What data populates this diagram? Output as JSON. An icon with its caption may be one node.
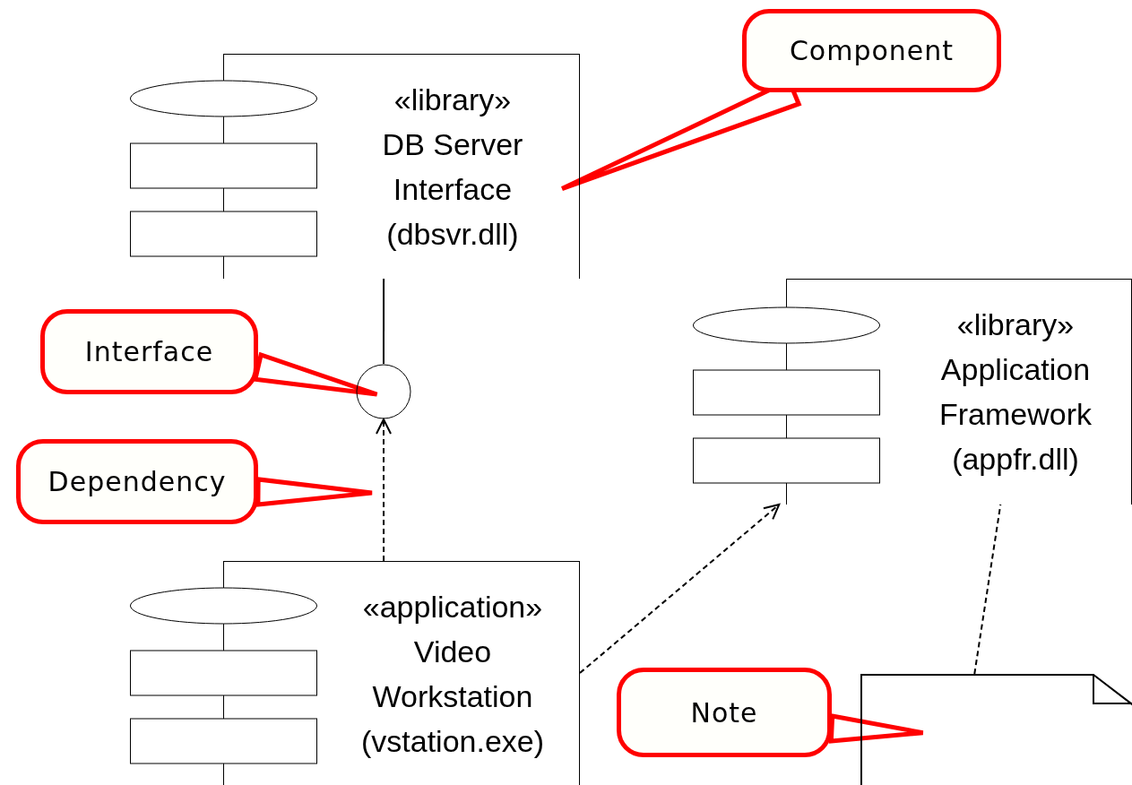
{
  "diagram": {
    "nodes": [
      {
        "text": [
          "«library»",
          "DB Server Interface (dbsvr.dll)"
        ]
      },
      {
        "text": [
          "«library»",
          "Application Framework (appfr.dll)"
        ]
      },
      {
        "text": [
          "«application»",
          "Video Workstation (vstation.exe)"
        ]
      },
      {
        "text": [],
        "shape": "circle"
      },
      {
        "text": [],
        "shape": "note"
      },
      {
        "text": [
          "Component"
        ]
      },
      {
        "text": [
          "Interface"
        ]
      },
      {
        "text": [
          "Dependency"
        ]
      },
      {
        "text": [
          "Note"
        ]
      }
    ],
    "edges": [
      {
        "from": 0,
        "to": 3,
        "arrow": "none"
      },
      {
        "from": 2,
        "to": 3,
        "arrow": "to",
        "style": "dashed"
      },
      {
        "from": 2,
        "to": 1,
        "arrow": "to",
        "style": "dashed"
      },
      {
        "from": 4,
        "to": 1,
        "arrow": "none",
        "style": "dashed"
      },
      {
        "from": 5,
        "to": 0,
        "arrow": "to",
        "style": "thick",
        "color": "#ff0000"
      },
      {
        "from": 6,
        "to": 3,
        "arrow": "to",
        "style": "thick",
        "color": "#ff0000"
      },
      {
        "from": 7,
        "to": null,
        "arrow": "to",
        "style": "thick",
        "color": "#ff0000"
      },
      {
        "from": 8,
        "to": 4,
        "arrow": "to",
        "style": "thick",
        "color": "#ff0000"
      }
    ]
  }
}
